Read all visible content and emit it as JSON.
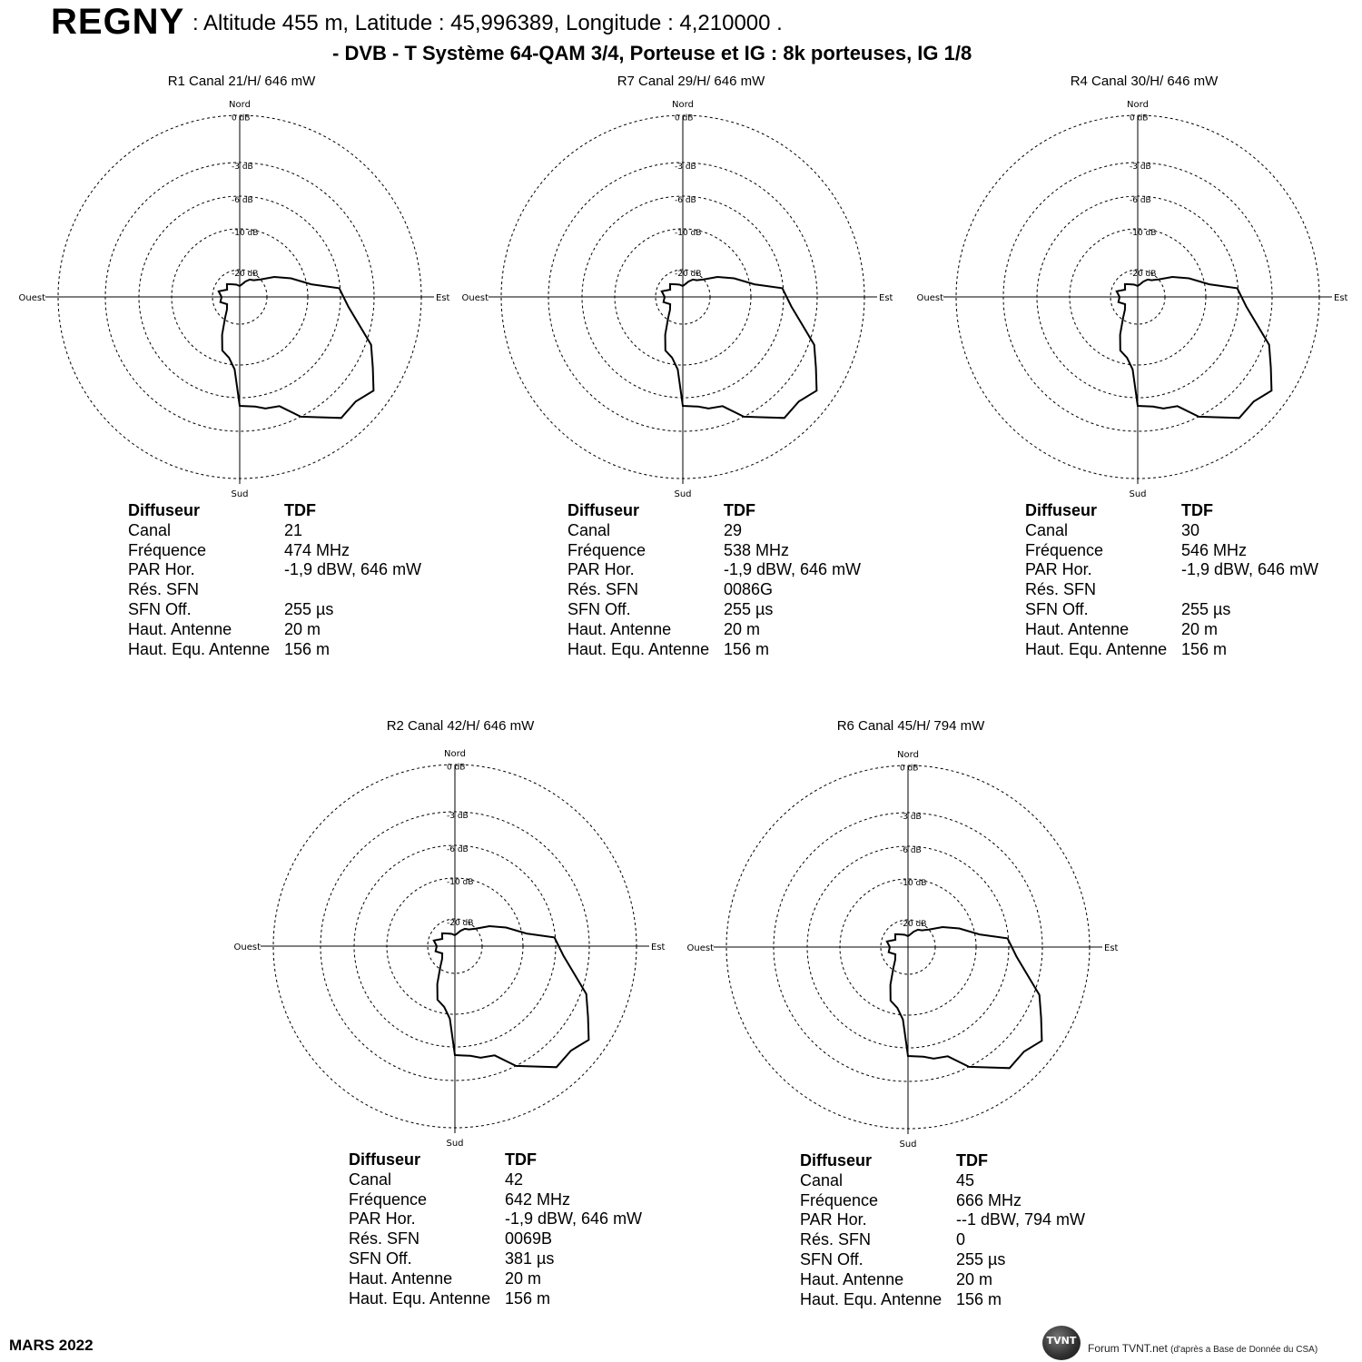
{
  "header": {
    "site": "REGNY",
    "coords": ": Altitude  455 m, Latitude : 45,996389, Longitude : 4,210000 .",
    "system": "- DVB - T    Système 64-QAM 3/4,  Porteuse et IG : 8k porteuses, IG 1/8"
  },
  "compass": {
    "north": "Nord",
    "south": "Sud",
    "east": "Est",
    "west": "Ouest"
  },
  "rings": [
    "0 dB",
    "-3 dB",
    "-6 dB",
    "-10 dB",
    "-20 dB"
  ],
  "info_keys": [
    "Diffuseur",
    "Canal",
    "Fréquence",
    "PAR Hor.",
    "Rés. SFN",
    "SFN Off.",
    "Haut. Antenne",
    "Haut. Equ. Antenne"
  ],
  "chart_data": [
    {
      "type": "polar",
      "caption": "R1  Canal  21/H/ 646 mW",
      "info": {
        "Diffuseur": "TDF",
        "Canal": "21",
        "Fréquence": "474 MHz",
        "PAR Hor.": "-1,9 dBW, 646 mW",
        "Rés. SFN": "",
        "SFN Off.": "255 µs",
        "Haut. Antenne": "20 m",
        "Haut. Equ. Antenne": "156 m"
      }
    },
    {
      "type": "polar",
      "caption": "R7  Canal 29/H/ 646 mW",
      "info": {
        "Diffuseur": "TDF",
        "Canal": "29",
        "Fréquence": "538 MHz",
        "PAR Hor.": "-1,9 dBW, 646 mW",
        "Rés. SFN": "0086G",
        "SFN Off.": "255 µs",
        "Haut. Antenne": "20 m",
        "Haut. Equ. Antenne": "156 m"
      }
    },
    {
      "type": "polar",
      "caption": "R4  Canal 30/H/ 646 mW",
      "info": {
        "Diffuseur": "TDF",
        "Canal": "30",
        "Fréquence": "546 MHz",
        "PAR Hor.": "-1,9 dBW, 646 mW",
        "Rés. SFN": "",
        "SFN Off.": "255 µs",
        "Haut. Antenne": "20 m",
        "Haut. Equ. Antenne": "156 m"
      }
    },
    {
      "type": "polar",
      "caption": "R2  Canal  42/H/ 646 mW",
      "info": {
        "Diffuseur": "TDF",
        "Canal": "42",
        "Fréquence": "642 MHz",
        "PAR Hor.": "-1,9 dBW, 646 mW",
        "Rés. SFN": "0069B",
        "SFN Off.": "381 µs",
        "Haut. Antenne": "20 m",
        "Haut. Equ. Antenne": "156 m"
      }
    },
    {
      "type": "polar",
      "caption": "R6  Canal  45/H/ 794 mW",
      "info": {
        "Diffuseur": "TDF",
        "Canal": "45",
        "Fréquence": "666 MHz",
        "PAR Hor.": "--1 dBW, 794 mW",
        "Rés. SFN": "0",
        "SFN Off.": "255 µs",
        "Haut. Antenne": "20 m",
        "Haut. Equ. Antenne": "156 m"
      }
    }
  ],
  "footer": {
    "date": "MARS 2022",
    "logo": "TVNT",
    "credit_main": "Forum TVNT.net",
    "credit_note": "(d'après a Base de Donnée du CSA)"
  }
}
